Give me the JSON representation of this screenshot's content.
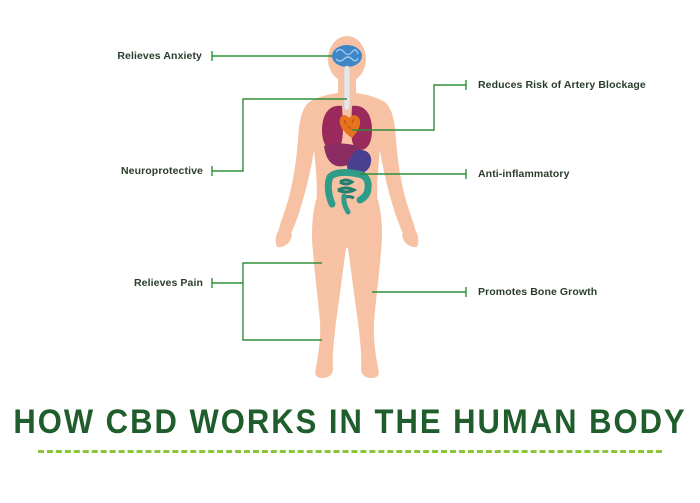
{
  "title": "HOW CBD WORKS IN THE HUMAN BODY",
  "labels": {
    "anxiety": "Relieves Anxiety",
    "neuroprotective": "Neuroprotective",
    "pain": "Relieves Pain",
    "artery": "Reduces Risk of Artery Blockage",
    "inflammatory": "Anti-inflammatory",
    "bone": "Promotes Bone Growth"
  },
  "colors": {
    "skin": "#f7c2a3",
    "line": "#2f8f3a",
    "title": "#1f5d2c",
    "divider": "#8cc43c",
    "brain": "#3e86c6",
    "lungs": "#9b2a5c",
    "heart": "#e8731e",
    "liver": "#8b2d63",
    "stomach": "#4b3f8f",
    "intestine": "#2f9c8a"
  }
}
